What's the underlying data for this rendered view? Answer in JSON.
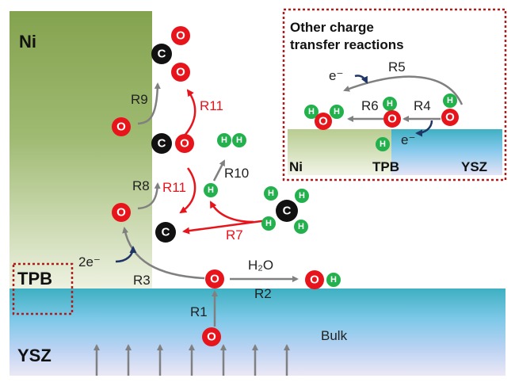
{
  "regions": {
    "ni": "Ni",
    "ysz": "YSZ",
    "tpb": "TPB",
    "bulk": "Bulk"
  },
  "labels": {
    "electrons": "2e⁻",
    "water": "H₂O"
  },
  "reactions": {
    "r1": "R1",
    "r2": "R2",
    "r3": "R3",
    "r7": "R7",
    "r8": "R8",
    "r9": "R9",
    "r10": "R10",
    "r11a": "R11",
    "r11b": "R11"
  },
  "inset": {
    "title_line1": "Other charge",
    "title_line2": "transfer reactions",
    "r4": "R4",
    "r5": "R5",
    "r6": "R6",
    "electron": "e⁻",
    "electron2": "e⁻",
    "ni": "Ni",
    "tpb": "TPB",
    "ysz": "YSZ"
  },
  "atoms": {
    "o": "O",
    "c": "C",
    "h": "H"
  },
  "colors": {
    "oxygen": "#e8141b",
    "carbon": "#111111",
    "hydrogen": "#22b14c",
    "nickel": "#8fad60",
    "ysz_top": "#3fb3c4",
    "tpb_box": "#b01c1c",
    "arrow_gray": "#808080",
    "arrow_red": "#e8141b",
    "arrow_navy": "#1f3566"
  }
}
